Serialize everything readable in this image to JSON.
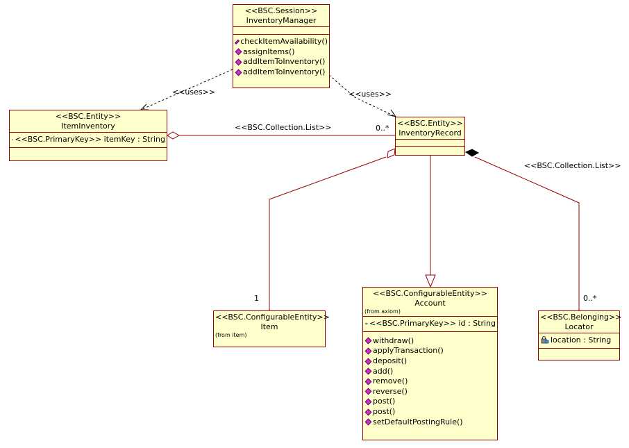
{
  "classes": {
    "inventory_manager": {
      "stereotype": "<<BSC.Session>>",
      "name": "InventoryManager",
      "operations": [
        "checkItemAvailability()",
        "assignItems()",
        "addItemToInventory()",
        "addItemToInventory()"
      ]
    },
    "item_inventory": {
      "stereotype": "<<BSC.Entity>>",
      "name": "ItemInventory",
      "attributes": [
        "<<BSC.PrimaryKey>> itemKey : String"
      ]
    },
    "inventory_record": {
      "stereotype": "<<BSC.Entity>>",
      "name": "InventoryRecord"
    },
    "item": {
      "stereotype": "<<BSC.ConfigurableEntity>>",
      "name": "Item",
      "from": "(from item)"
    },
    "account": {
      "stereotype": "<<BSC.ConfigurableEntity>>",
      "name": "Account",
      "from": "(from axiom)",
      "attributes": [
        "<<BSC.PrimaryKey>> id : String"
      ],
      "operations": [
        "withdraw()",
        "applyTransaction()",
        "deposit()",
        "add()",
        "remove()",
        "reverse()",
        "post()",
        "post()",
        "setDefaultPostingRule()"
      ]
    },
    "locator": {
      "stereotype": "<<BSC.Belonging>>",
      "name": "Locator",
      "attributes": [
        "location : String"
      ]
    }
  },
  "labels": {
    "uses_left": "<<uses>>",
    "uses_right": "<<uses>>",
    "collection_list_top": "<<BSC.Collection.List>>",
    "collection_list_right": "<<BSC.Collection.List>>",
    "mult_record": "0..*",
    "mult_item": "1",
    "mult_locator": "0..*"
  },
  "colors": {
    "class_fill": "#ffffcc",
    "class_border": "#990000",
    "operation_icon": "#cc33cc",
    "key_icon": "#3399ff"
  }
}
